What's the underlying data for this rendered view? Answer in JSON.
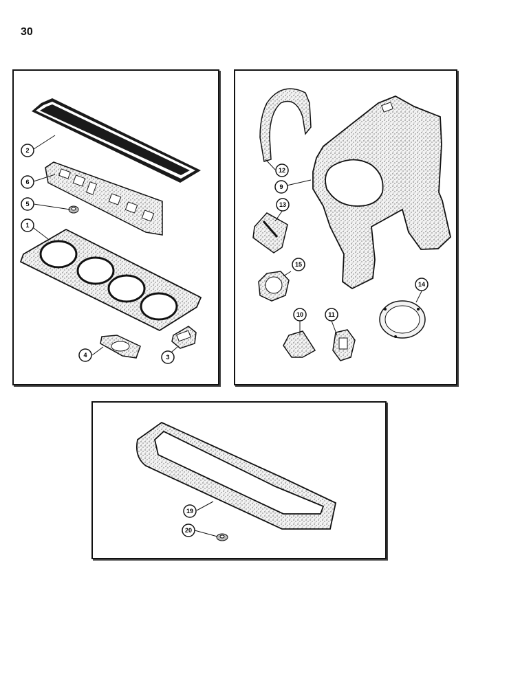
{
  "page": {
    "number": "30"
  },
  "callouts": {
    "c1": "1",
    "c2": "2",
    "c3": "3",
    "c4": "4",
    "c5": "5",
    "c6": "6",
    "c9": "9",
    "c10": "10",
    "c11": "11",
    "c12": "12",
    "c13": "13",
    "c14": "14",
    "c15": "15",
    "c19": "19",
    "c20": "20"
  }
}
